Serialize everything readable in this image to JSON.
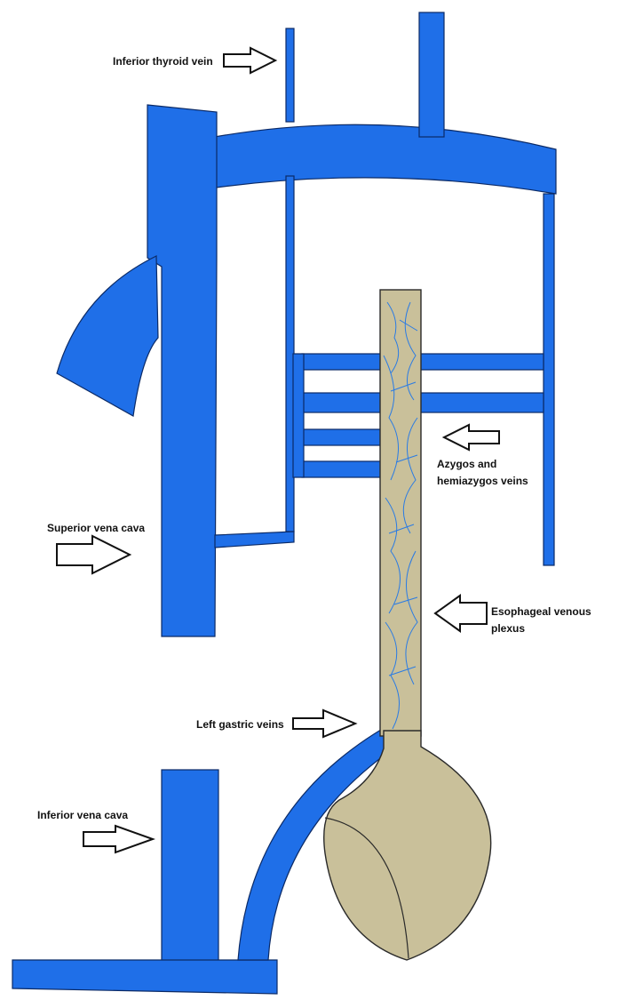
{
  "colors": {
    "vein": "#1F6FE8",
    "vein_outline": "#0B2A66",
    "esophagus": "#C9C09A",
    "esophagus_outline": "#2A2A2A",
    "plexus": "#2A7BE4",
    "arrow_fill": "#FFFFFF",
    "arrow_stroke": "#111111"
  },
  "labels": {
    "inferior_thyroid_vein": "Inferior thyroid vein",
    "azygos_line1": "Azygos and",
    "azygos_line2": "hemiazygos veins",
    "superior_vena_cava": "Superior vena cava",
    "esophageal_line1": "Esophageal venous",
    "esophageal_line2": "plexus",
    "left_gastric_veins": "Left gastric veins",
    "inferior_vena_cava": "Inferior vena cava"
  }
}
